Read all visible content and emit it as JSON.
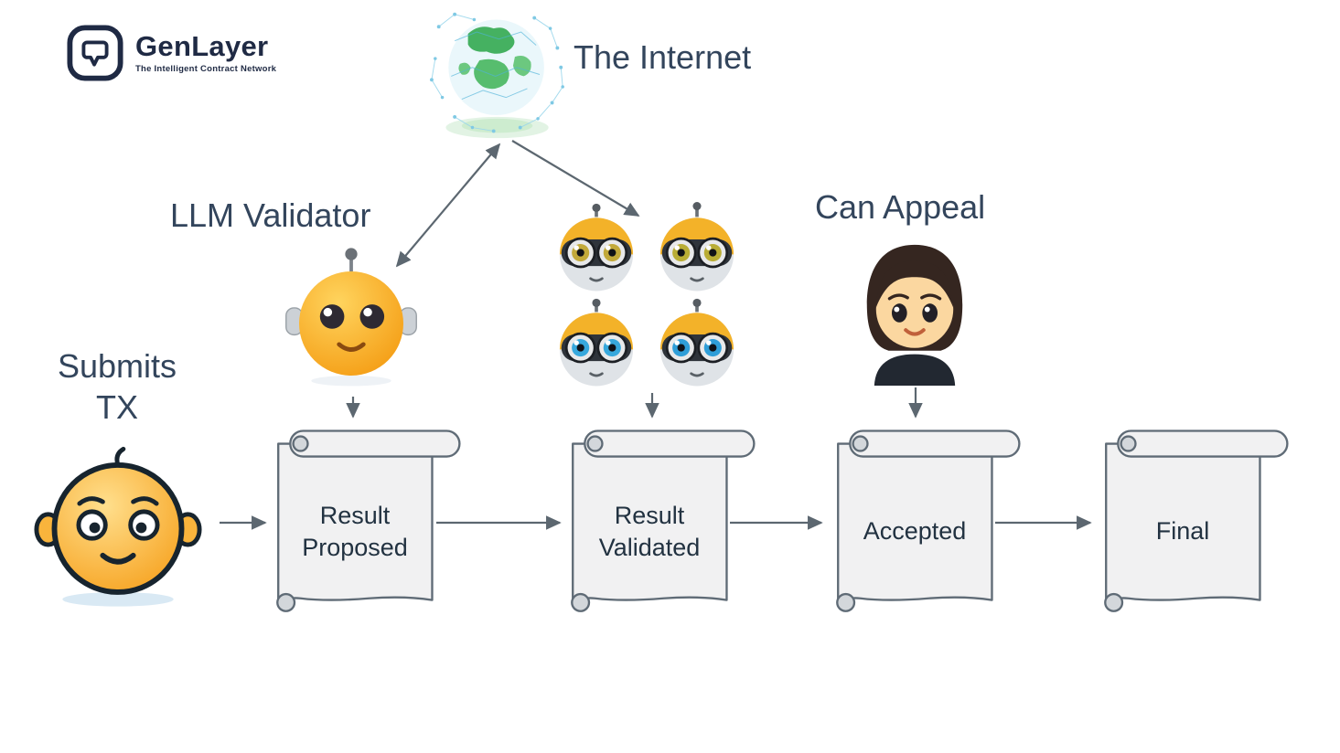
{
  "logo": {
    "name": "GenLayer",
    "tagline": "The Intelligent Contract Network"
  },
  "labels": {
    "internet": "The Internet",
    "llm_validator": "LLM Validator",
    "can_appeal": "Can Appeal",
    "submits_tx_line1": "Submits",
    "submits_tx_line2": "TX"
  },
  "stages": [
    {
      "line1": "Result",
      "line2": "Proposed"
    },
    {
      "line1": "Result",
      "line2": "Validated"
    },
    {
      "line1": "Accepted",
      "line2": ""
    },
    {
      "line1": "Final",
      "line2": ""
    }
  ],
  "connections": [
    "submitter -> result-proposed",
    "result-proposed -> result-validated",
    "result-validated -> accepted",
    "accepted -> final",
    "llm-validator -> result-proposed",
    "validator-bots -> result-validated",
    "appealer -> accepted",
    "llm-validator <-> internet",
    "internet -> validator-bots"
  ],
  "icons": [
    "genlayer-logo-icon",
    "internet-globe-icon",
    "llm-validator-robot-icon",
    "validator-bot-icon",
    "appeal-user-icon",
    "submitter-user-icon",
    "scroll-document-icon"
  ],
  "colors": {
    "label_text": "#33455C",
    "logo_navy": "#1F2A44",
    "scroll_fill": "#F1F1F2",
    "scroll_stroke": "#5F6B76",
    "arrow": "#5C6770",
    "validator_orange": "#F49C13",
    "bot_gold": "#F3B229",
    "bot_lens_gold": "#C2A93A",
    "bot_lens_blue": "#37A8DC",
    "globe_green": "#45B161",
    "globe_mesh_blue": "#7FC9E4"
  }
}
